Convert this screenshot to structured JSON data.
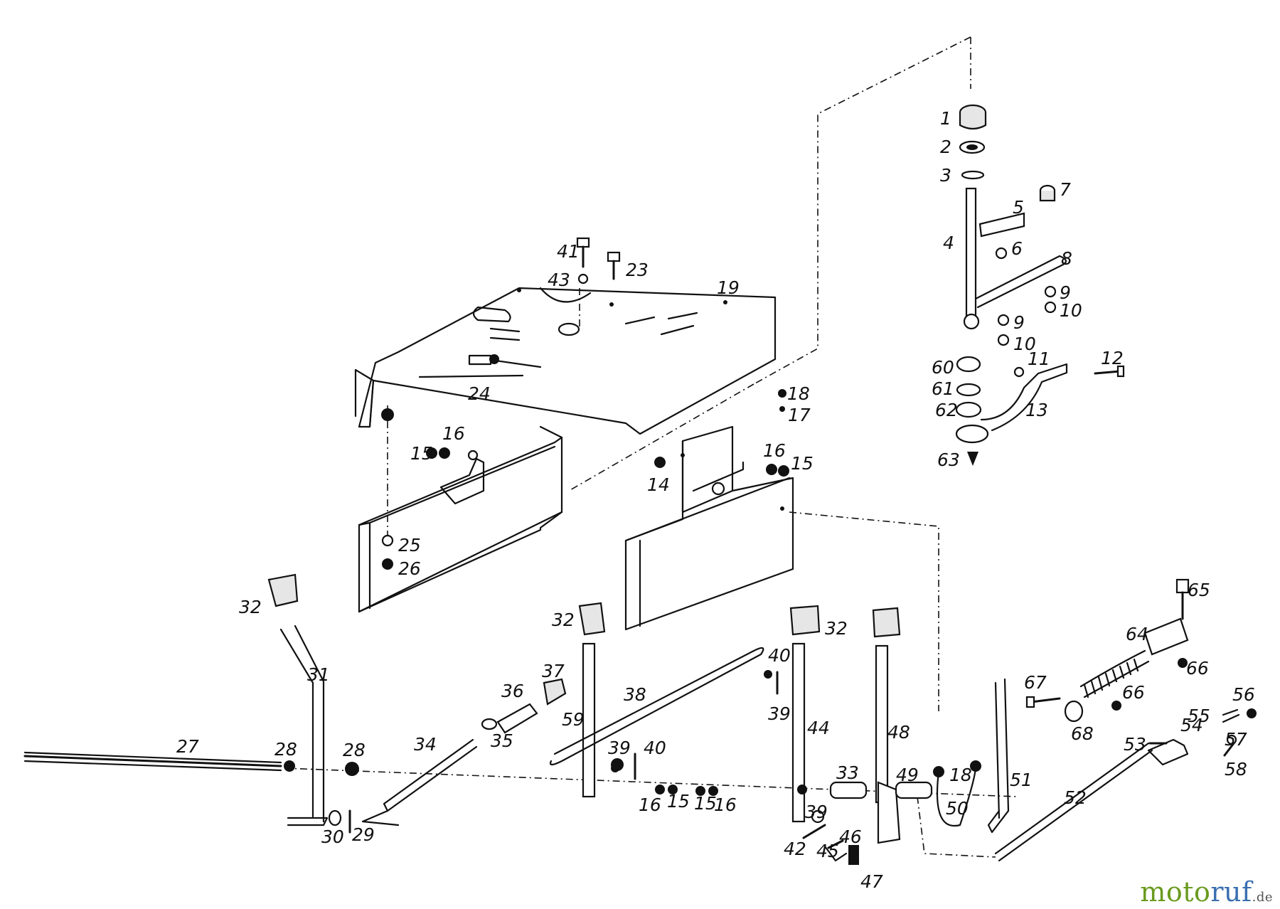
{
  "watermark": {
    "brand_a": "moto",
    "brand_b": "ruf",
    "tld": ".de"
  },
  "part_labels": [
    {
      "id": "1",
      "text": "1"
    },
    {
      "id": "2",
      "text": "2"
    },
    {
      "id": "3",
      "text": "3"
    },
    {
      "id": "4",
      "text": "4"
    },
    {
      "id": "5",
      "text": "5"
    },
    {
      "id": "6",
      "text": "6"
    },
    {
      "id": "7",
      "text": "7"
    },
    {
      "id": "8",
      "text": "8"
    },
    {
      "id": "9a",
      "text": "9"
    },
    {
      "id": "9b",
      "text": "9"
    },
    {
      "id": "10a",
      "text": "10"
    },
    {
      "id": "10b",
      "text": "10"
    },
    {
      "id": "11",
      "text": "11"
    },
    {
      "id": "12",
      "text": "12"
    },
    {
      "id": "13",
      "text": "13"
    },
    {
      "id": "14",
      "text": "14"
    },
    {
      "id": "15a",
      "text": "15"
    },
    {
      "id": "15b",
      "text": "15"
    },
    {
      "id": "15c",
      "text": "15"
    },
    {
      "id": "15d",
      "text": "15"
    },
    {
      "id": "16a",
      "text": "16"
    },
    {
      "id": "16b",
      "text": "16"
    },
    {
      "id": "16c",
      "text": "16"
    },
    {
      "id": "16d",
      "text": "16"
    },
    {
      "id": "17",
      "text": "17"
    },
    {
      "id": "18a",
      "text": "18"
    },
    {
      "id": "18b",
      "text": "18"
    },
    {
      "id": "19",
      "text": "19"
    },
    {
      "id": "23",
      "text": "23"
    },
    {
      "id": "24",
      "text": "24"
    },
    {
      "id": "25",
      "text": "25"
    },
    {
      "id": "26",
      "text": "26"
    },
    {
      "id": "27",
      "text": "27"
    },
    {
      "id": "28a",
      "text": "28"
    },
    {
      "id": "28b",
      "text": "28"
    },
    {
      "id": "29",
      "text": "29"
    },
    {
      "id": "30",
      "text": "30"
    },
    {
      "id": "31",
      "text": "31"
    },
    {
      "id": "32a",
      "text": "32"
    },
    {
      "id": "32b",
      "text": "32"
    },
    {
      "id": "32c",
      "text": "32"
    },
    {
      "id": "33",
      "text": "33"
    },
    {
      "id": "34",
      "text": "34"
    },
    {
      "id": "35",
      "text": "35"
    },
    {
      "id": "36",
      "text": "36"
    },
    {
      "id": "37",
      "text": "37"
    },
    {
      "id": "38",
      "text": "38"
    },
    {
      "id": "39a",
      "text": "39"
    },
    {
      "id": "39b",
      "text": "39"
    },
    {
      "id": "39c",
      "text": "39"
    },
    {
      "id": "40a",
      "text": "40"
    },
    {
      "id": "40b",
      "text": "40"
    },
    {
      "id": "41",
      "text": "41"
    },
    {
      "id": "42",
      "text": "42"
    },
    {
      "id": "43",
      "text": "43"
    },
    {
      "id": "44",
      "text": "44"
    },
    {
      "id": "45",
      "text": "45"
    },
    {
      "id": "46",
      "text": "46"
    },
    {
      "id": "47",
      "text": "47"
    },
    {
      "id": "48",
      "text": "48"
    },
    {
      "id": "49",
      "text": "49"
    },
    {
      "id": "50",
      "text": "50"
    },
    {
      "id": "51",
      "text": "51"
    },
    {
      "id": "52",
      "text": "52"
    },
    {
      "id": "53",
      "text": "53"
    },
    {
      "id": "54",
      "text": "54"
    },
    {
      "id": "55",
      "text": "55"
    },
    {
      "id": "56",
      "text": "56"
    },
    {
      "id": "57",
      "text": "57"
    },
    {
      "id": "58",
      "text": "58"
    },
    {
      "id": "59",
      "text": "59"
    },
    {
      "id": "60",
      "text": "60"
    },
    {
      "id": "61",
      "text": "61"
    },
    {
      "id": "62",
      "text": "62"
    },
    {
      "id": "63",
      "text": "63"
    },
    {
      "id": "64",
      "text": "64"
    },
    {
      "id": "65",
      "text": "65"
    },
    {
      "id": "66a",
      "text": "66"
    },
    {
      "id": "66b",
      "text": "66"
    },
    {
      "id": "67",
      "text": "67"
    },
    {
      "id": "68",
      "text": "68"
    }
  ]
}
